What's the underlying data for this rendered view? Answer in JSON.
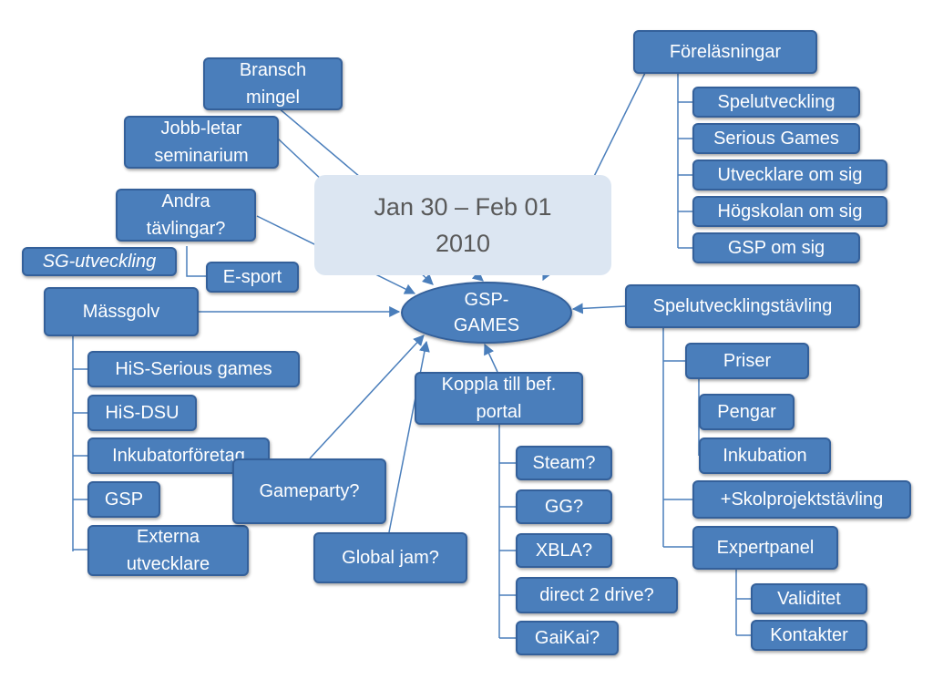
{
  "colors": {
    "node": "#4a7ebb",
    "node_border": "#34609a",
    "panel": "#dce6f2",
    "text": "#ffffff",
    "panel_text": "#595959"
  },
  "date_panel": {
    "line1": "Jan 30 – Feb 01",
    "line2": "2010"
  },
  "hub": {
    "label": "GSP-\nGAMES"
  },
  "nodes": {
    "bransch_mingel": "Bransch\nmingel",
    "jobb_letar": "Jobb-letar\nseminarium",
    "andra_tavlingar": "Andra\ntävlingar?",
    "sg_utveckling": "SG-utveckling",
    "e_sport": "E-sport",
    "massgolv": "Mässgolv",
    "his_serious": "HiS-Serious games",
    "his_dsu": "HiS-DSU",
    "inkubator": "Inkubatorföretag",
    "gsp": "GSP",
    "externa": "Externa\nutvecklare",
    "gameparty": "Gameparty?",
    "global_jam": "Global jam?",
    "koppla": "Koppla till bef.\nportal",
    "steam": "Steam?",
    "gg": "GG?",
    "xbla": "XBLA?",
    "direct2drive": "direct 2 drive?",
    "gaikai": "GaiKai?",
    "forelasningar": "Föreläsningar",
    "spelutveckling": "Spelutveckling",
    "serious_games": "Serious Games",
    "utvecklare_om_sig": "Utvecklare om sig",
    "hogskolan_om_sig": "Högskolan om sig",
    "gsp_om_sig": "GSP om sig",
    "spelutvecklingstavling": "Spelutvecklingstävling",
    "priser": "Priser",
    "pengar": "Pengar",
    "inkubation": "Inkubation",
    "skolprojekt": "+Skolprojektstävling",
    "expertpanel": "Expertpanel",
    "validitet": "Validitet",
    "kontakter": "Kontakter"
  }
}
